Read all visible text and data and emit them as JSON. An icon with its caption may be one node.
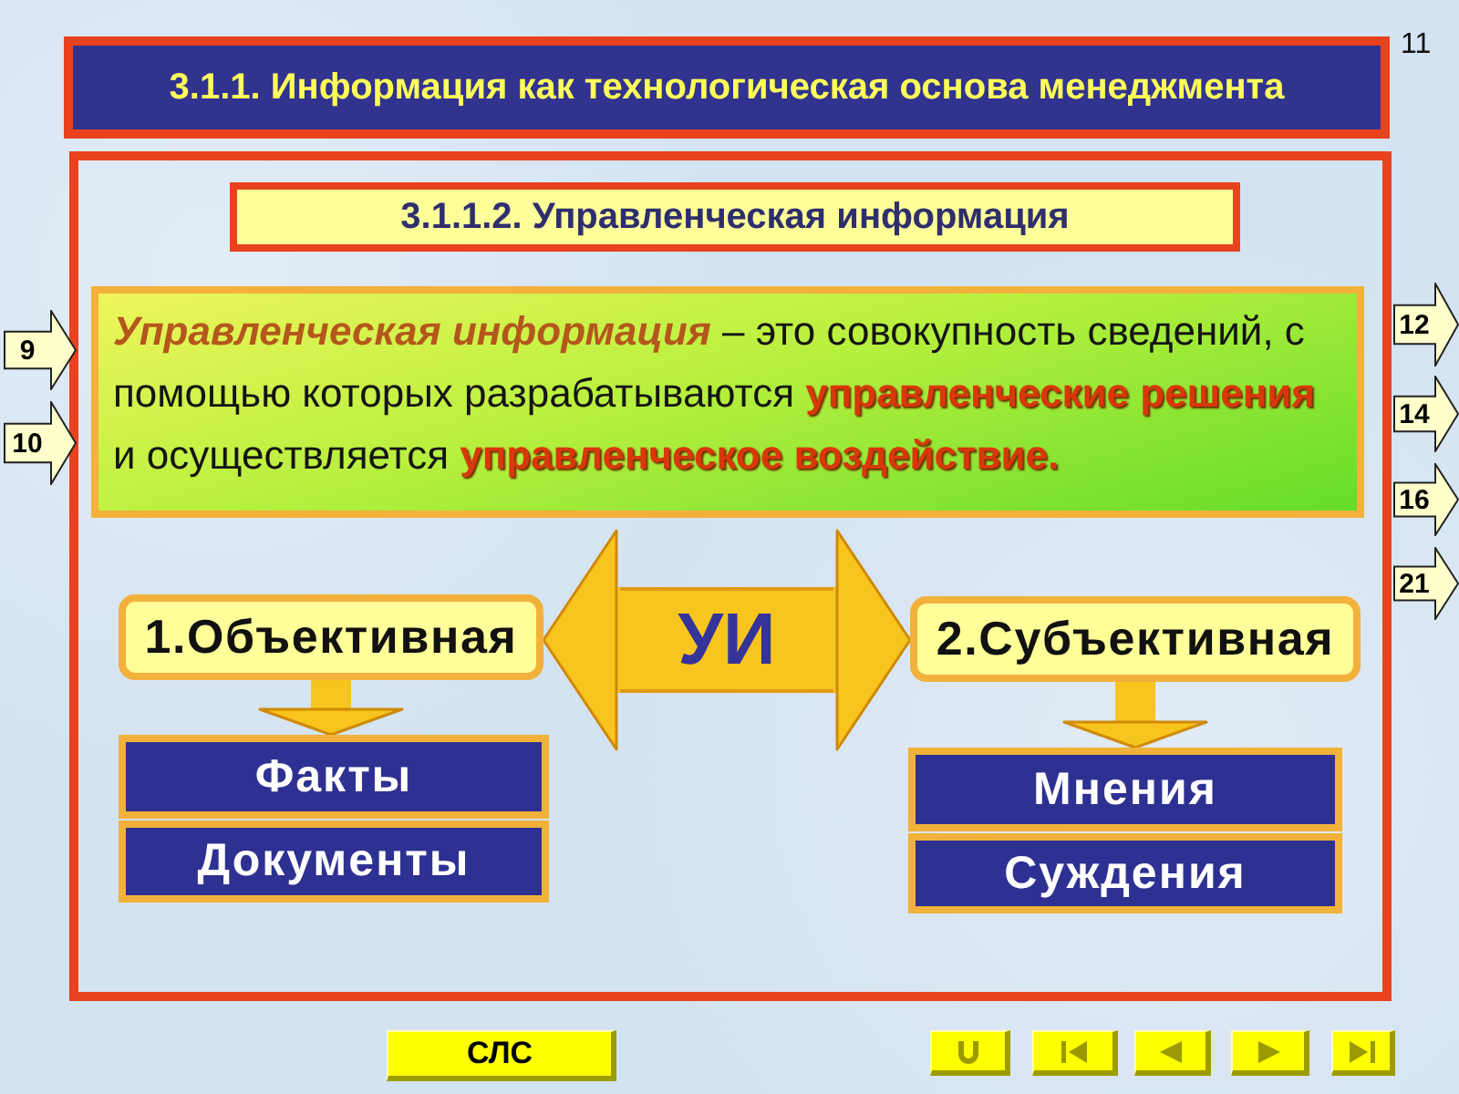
{
  "diagram": {
    "nodes": [
      {
        "text": [
          "3.1.1. Информация как технологическая основа менеджмента"
        ]
      },
      {
        "text": [],
        "shape": "box"
      },
      {
        "text": [
          "3.1.1.2. Управленческая информация"
        ],
        "in": 1
      },
      {
        "text": [
          "*Управленческая информация* – это совокупность сведений, с помощью которых разрабатываются **управленческие решения** и осуществляется **управленческое воздействие.**"
        ],
        "in": 1
      },
      {
        "text": [
          "УИ"
        ],
        "in": 1
      },
      {
        "text": [
          "1.Объективная"
        ],
        "in": 1
      },
      {
        "text": [
          "2.Субъективная"
        ],
        "in": 1
      },
      {
        "text": [
          "Факты"
        ],
        "in": 1
      },
      {
        "text": [
          "Документы"
        ],
        "in": 1
      },
      {
        "text": [
          "Мнения"
        ],
        "in": 1
      },
      {
        "text": [
          "Суждения"
        ],
        "in": 1
      },
      {
        "text": [
          "9"
        ]
      },
      {
        "text": [
          "10"
        ]
      },
      {
        "text": [
          "12"
        ]
      },
      {
        "text": [
          "14"
        ]
      },
      {
        "text": [
          "16"
        ]
      },
      {
        "text": [
          "21"
        ]
      },
      {
        "text": [
          "СЛС"
        ]
      },
      {
        "text": [],
        "shape": "box"
      },
      {
        "text": [],
        "shape": "box"
      },
      {
        "text": [],
        "shape": "box"
      },
      {
        "text": [],
        "shape": "box"
      },
      {
        "text": [],
        "shape": "box"
      }
    ],
    "edges": [
      {
        "from": 4,
        "to": 5,
        "arrow": "to"
      },
      {
        "from": 4,
        "to": 6,
        "arrow": "to"
      },
      {
        "from": 5,
        "to": 7,
        "arrow": "to"
      },
      {
        "from": 6,
        "to": 9,
        "arrow": "to"
      }
    ],
    "labels": [
      "11"
    ]
  }
}
